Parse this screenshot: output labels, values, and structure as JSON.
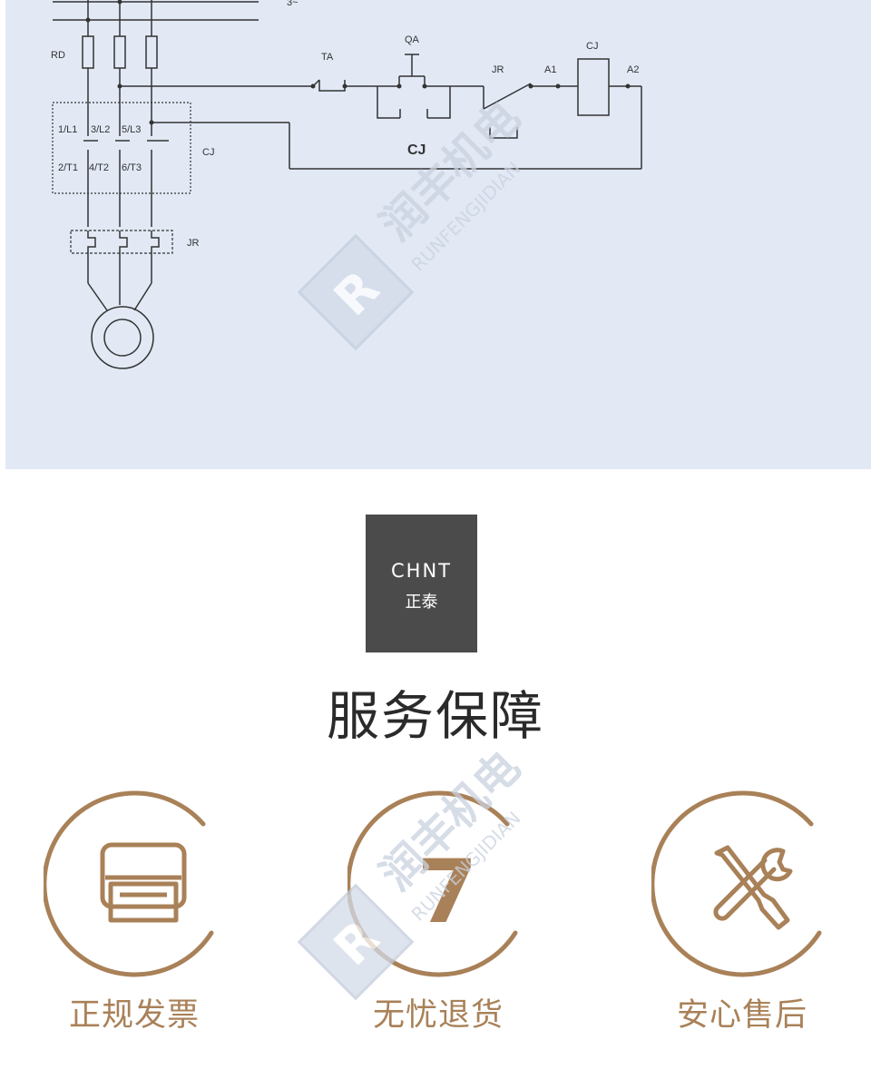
{
  "diagram": {
    "labels": {
      "top_mark": "3~",
      "rd": "RD",
      "ta": "TA",
      "qa": "QA",
      "jr_coil": "JR",
      "a1": "A1",
      "a2": "A2",
      "cj_coil": "CJ",
      "cj_contact": "CJ",
      "cj_main": "CJ",
      "jr_main": "JR",
      "l1": "1/L1",
      "l2": "3/L2",
      "l3": "5/L3",
      "t1": "2/T1",
      "t2": "4/T2",
      "t3": "6/T3"
    }
  },
  "brand": {
    "en": "CHNT",
    "zh": "正泰"
  },
  "section_title": "服务保障",
  "services": [
    {
      "label": "正规发票",
      "icon": "printer-icon"
    },
    {
      "label": "无忧退货",
      "icon": "seven-day-icon",
      "glyph": "7"
    },
    {
      "label": "安心售后",
      "icon": "tools-icon"
    }
  ],
  "watermark": {
    "text": "润丰机电",
    "sub": "RUNFENGJIDIAN",
    "logo": "R"
  },
  "colors": {
    "accent": "#a98158",
    "panel": "#e2e9f5",
    "brand_box": "#4b4b4b"
  }
}
